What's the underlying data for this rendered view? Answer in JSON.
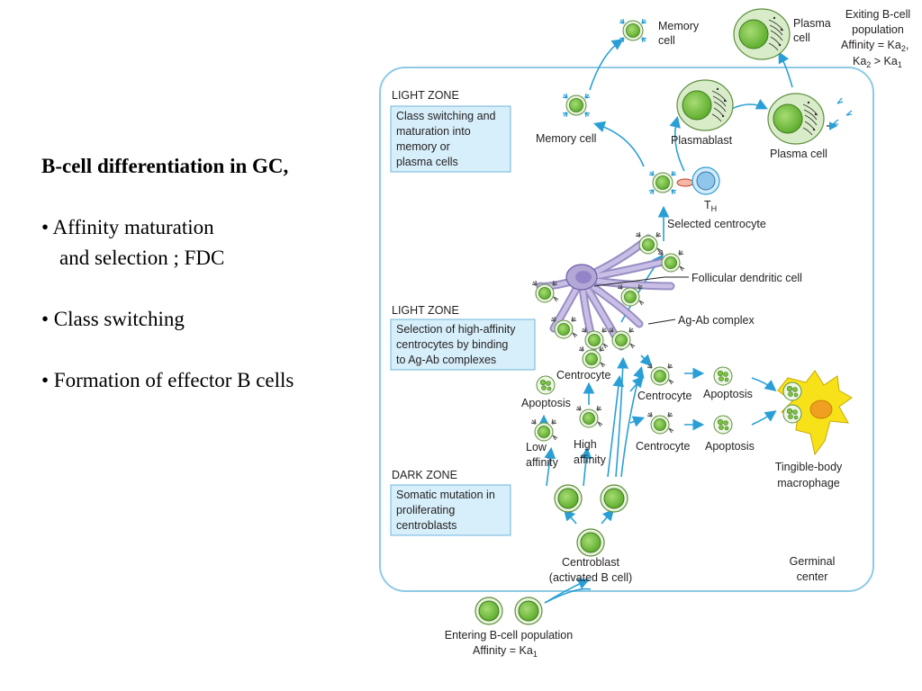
{
  "slide": {
    "heading": "B-cell differentiation in GC,",
    "bullets": [
      {
        "line1": "• Affinity maturation",
        "line2": "and  selection ; FDC"
      },
      {
        "line1": "• Class switching"
      },
      {
        "line1": "• Formation of effector B cells"
      }
    ]
  },
  "diagram": {
    "zones": {
      "light_top": "LIGHT ZONE",
      "light_mid": "LIGHT ZONE",
      "dark": "DARK ZONE"
    },
    "boxes": {
      "light_top": [
        "Class switching and",
        "maturation into",
        "memory or",
        "plasma cells"
      ],
      "light_mid": [
        "Selection of high-affinity",
        "centrocytes by binding",
        "to Ag-Ab complexes"
      ],
      "dark": [
        "Somatic mutation in",
        "proliferating",
        "centroblasts"
      ]
    },
    "labels": {
      "memory_cell_top": [
        "Memory",
        "cell"
      ],
      "plasma_cell_top": [
        "Plasma",
        "cell"
      ],
      "exiting": [
        "Exiting B-cell",
        "population",
        "Affinity = Ka",
        "Ka",
        " > Ka"
      ],
      "memory_cell": "Memory cell",
      "plasmablast": "Plasmablast",
      "plasma_cell": "Plasma cell",
      "th": "T",
      "th_sub": "H",
      "selected_centrocyte": "Selected centrocyte",
      "fdc": "Follicular dendritic cell",
      "ag_ab": "Ag-Ab complex",
      "centrocyte_left": "Centrocyte",
      "apoptosis_left": "Apoptosis",
      "low_affinity": [
        "Low",
        "affinity"
      ],
      "high_affinity": [
        "High",
        "affinity"
      ],
      "centrocyte_mid1": "Centrocyte",
      "apoptosis_mid1": "Apoptosis",
      "centrocyte_mid2": "Centrocyte",
      "apoptosis_mid2": "Apoptosis",
      "tingible": [
        "Tingible-body",
        "macrophage"
      ],
      "centroblast": [
        "Centroblast",
        "(activated B cell)"
      ],
      "germinal": [
        "Germinal",
        "center"
      ],
      "entering": [
        "Entering B-cell population",
        "Affinity = Ka"
      ],
      "sub_two": "2",
      "sub_one": "1"
    },
    "colors": {
      "gc_border": "#8ecae6",
      "arrow": "#2a9fd6",
      "box_fill": "#d7effa",
      "cell_green": "#7cc242",
      "cell_ring": "#e8f3dc",
      "fdc_purple": "#b3a7d6",
      "macrophage": "#f7e21a",
      "th_blue": "#8fc6ea"
    }
  }
}
